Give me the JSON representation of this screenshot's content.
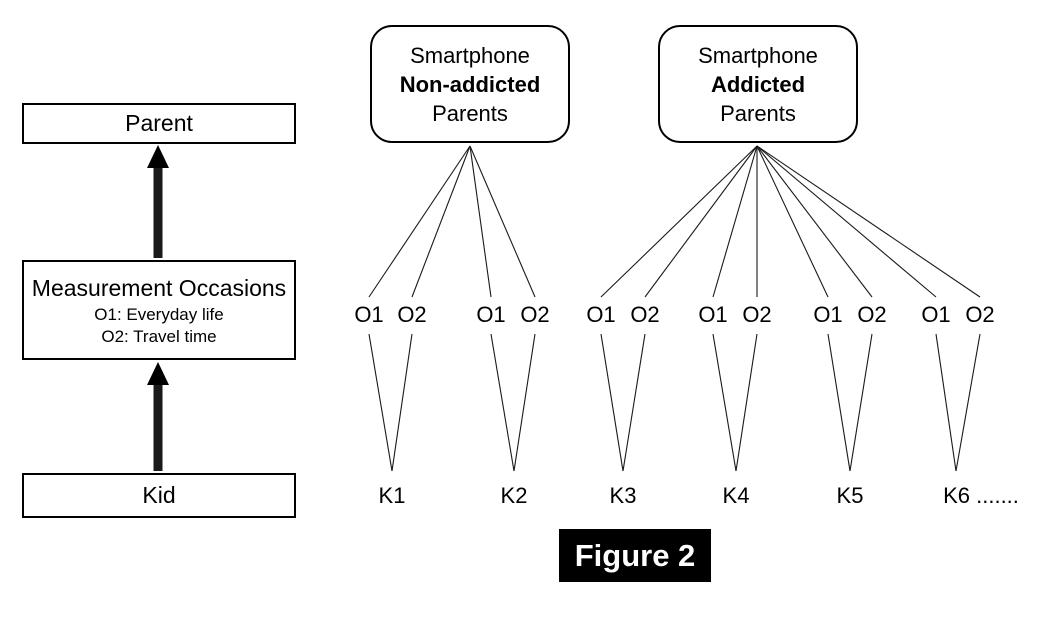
{
  "left_panel": {
    "parent_label": "Parent",
    "measurement_title": "Measurement Occasions",
    "measurement_sub1": "O1: Everyday life",
    "measurement_sub2": "O2: Travel time",
    "kid_label": "Kid"
  },
  "groups": [
    {
      "line1": "Smartphone",
      "line2": "Non-addicted",
      "line3": "Parents"
    },
    {
      "line1": "Smartphone",
      "line2": "Addicted",
      "line3": "Parents"
    }
  ],
  "occasion_pairs": [
    [
      "O1",
      "O2"
    ],
    [
      "O1",
      "O2"
    ],
    [
      "O1",
      "O2"
    ],
    [
      "O1",
      "O2"
    ],
    [
      "O1",
      "O2"
    ],
    [
      "O1",
      "O2"
    ]
  ],
  "kid_labels": [
    "K1",
    "K2",
    "K3",
    "K4",
    "K5",
    "K6 ......."
  ],
  "caption": "Figure 2",
  "colors": {
    "ink": "#000000",
    "line": "#1a1a1a",
    "caption_bg": "#000000",
    "caption_text": "#ffffff"
  }
}
